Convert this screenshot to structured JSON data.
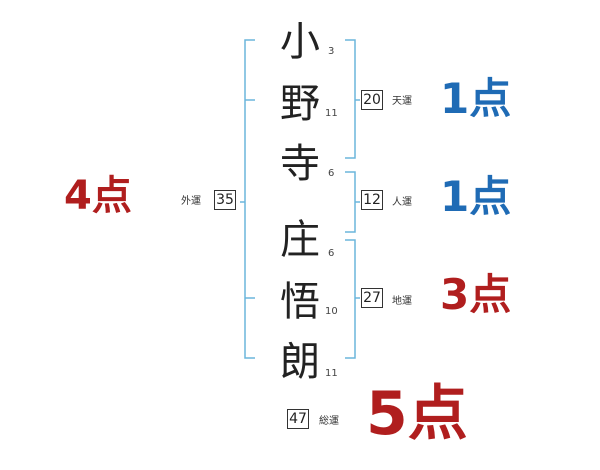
{
  "colors": {
    "bracket": "#6bb6dc",
    "good": "#1f6bb5",
    "bad": "#b01e1e",
    "text": "#222222"
  },
  "name": {
    "surname": [
      {
        "char": "小",
        "strokes": "3"
      },
      {
        "char": "野",
        "strokes": "11"
      },
      {
        "char": "寺",
        "strokes": "6"
      }
    ],
    "given": [
      {
        "char": "庄",
        "strokes": "6"
      },
      {
        "char": "悟",
        "strokes": "10"
      },
      {
        "char": "朗",
        "strokes": "11"
      }
    ]
  },
  "fortunes": {
    "ten": {
      "value": "20",
      "label": "天運",
      "score": "1点",
      "color": "#1f6bb5"
    },
    "jin": {
      "value": "12",
      "label": "人運",
      "score": "1点",
      "color": "#1f6bb5"
    },
    "chi": {
      "value": "27",
      "label": "地運",
      "score": "3点",
      "color": "#b01e1e"
    },
    "gai": {
      "value": "35",
      "label": "外運",
      "score": "4点",
      "color": "#b01e1e"
    },
    "sou": {
      "value": "47",
      "label": "総運",
      "score": "5点",
      "color": "#b01e1e"
    }
  }
}
